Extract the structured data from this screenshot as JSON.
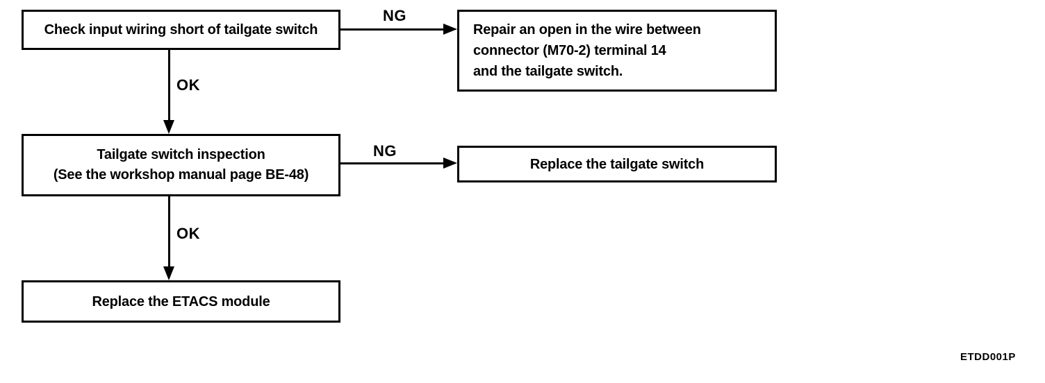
{
  "flowchart": {
    "colors": {
      "ink": "#000000",
      "background": "#ffffff"
    },
    "nodes": {
      "check_input": {
        "text": "Check input wiring short of tailgate switch"
      },
      "repair_open": {
        "line1": "Repair an open in the wire between",
        "line2": "connector (M70-2) terminal 14",
        "line3": "and the tailgate switch."
      },
      "inspection": {
        "line1": "Tailgate switch inspection",
        "line2": "(See the workshop manual page BE-48)"
      },
      "replace_switch": {
        "text": "Replace the tailgate switch"
      },
      "replace_etacs": {
        "text": "Replace the ETACS module"
      }
    },
    "edge_labels": {
      "ng1": "NG",
      "ok1": "OK",
      "ng2": "NG",
      "ok2": "OK"
    },
    "figure_code": "ETDD001P"
  }
}
